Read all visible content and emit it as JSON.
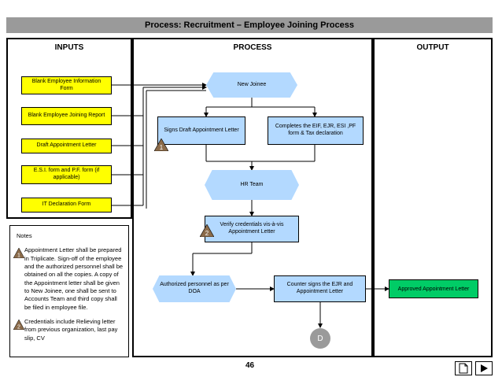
{
  "title": "Process: Recruitment – Employee Joining Process",
  "headers": {
    "inputs": "INPUTS",
    "process": "PROCESS",
    "output": "OUTPUT"
  },
  "inputs": [
    "Blank Employee Information Form",
    "Blank Employee Joining Report",
    "Draft Appointment Letter",
    "E.S.I. form and P.F. form (if applicable)",
    "IT Declaration Form"
  ],
  "process": {
    "new_joinee": "New Joinee",
    "signs_draft": "Signs Draft Appointment Letter",
    "completes_forms": "Completes the EIF, EJR, ESI ,PF form & Tax declaration",
    "hr_team": "HR Team",
    "verify_credentials": "Verify credentials vis-à-vis Appointment Letter",
    "authorized_personnel": "Authorized personnel as per DOA",
    "counter_signs": "Counter signs the EJR and Appointment Letter",
    "connector": "D"
  },
  "output": {
    "approved": "Approved Appointment Letter"
  },
  "notes": {
    "heading": "Notes",
    "note1_num": "1",
    "note1": "Appointment Letter shall be prepared in Triplicate. Sign-off of the employee and the authorized personnel shall be obtained on all the copies. A copy of the Appointment letter shall be given to New Joinee, one shall be sent to Accounts Team and third copy shall be filed in employee file.",
    "note2_num": "2",
    "note2": "Credentials include Relieving letter from previous organization, last pay slip, CV"
  },
  "markers": {
    "m1": "1",
    "m2": "2"
  },
  "page_number": "46",
  "colors": {
    "input_fill": "#ffff00",
    "process_fill": "#b3d9ff",
    "output_fill": "#00cc66",
    "title_bar": "#9a9a9a",
    "marker": "#8b6b4a"
  }
}
